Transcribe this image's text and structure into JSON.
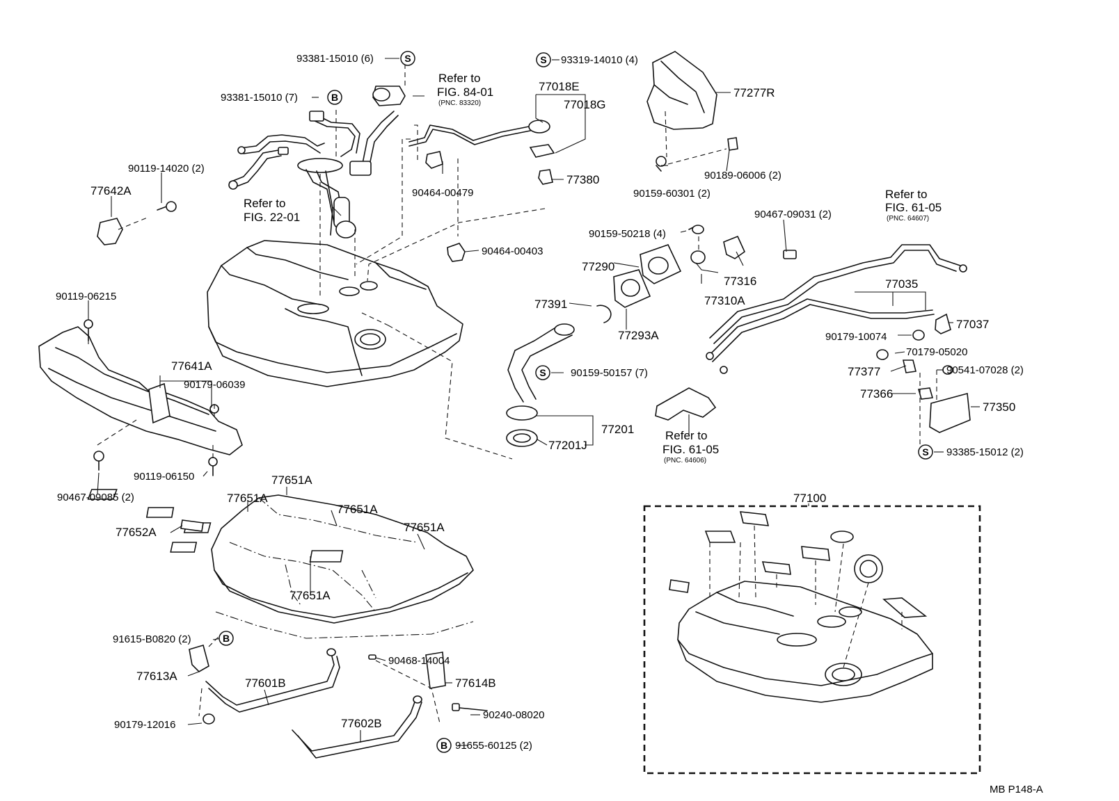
{
  "labels": {
    "p93381_15010_6": "93381-15010 (6)",
    "p93381_15010_7": "93381-15010 (7)",
    "refer_to_a": "Refer to",
    "fig_84_01": "FIG. 84-01",
    "pnc_83320": "(PNC. 83320)",
    "p93319_14010_4": "93319-14010 (4)",
    "p77018E": "77018E",
    "p77018G": "77018G",
    "p77277R": "77277R",
    "p90119_14020_2": "90119-14020 (2)",
    "p77642A": "77642A",
    "refer_to_b": "Refer to",
    "fig_22_01": "FIG. 22-01",
    "p90464_00479": "90464-00479",
    "p77380": "77380",
    "p90159_60301_2": "90159-60301 (2)",
    "p90189_06006_2": "90189-06006 (2)",
    "refer_to_c": "Refer to",
    "fig_61_05_a": "FIG. 61-05",
    "pnc_64607": "(PNC. 64607)",
    "p90467_09031_2": "90467-09031 (2)",
    "p90159_50218_4": "90159-50218 (4)",
    "p90464_00403": "90464-00403",
    "p77290": "77290",
    "p77316": "77316",
    "p77310A": "77310A",
    "p77035": "77035",
    "p77391": "77391",
    "p77293A": "77293A",
    "p77037": "77037",
    "p90119_06215": "90119-06215",
    "p90179_10074": "90179-10074",
    "p70179_05020": "70179-05020",
    "p77641A": "77641A",
    "p90179_06039": "90179-06039",
    "p90159_50157_7": "90159-50157 (7)",
    "p77377": "77377",
    "p90541_07028_2": "90541-07028 (2)",
    "p77366": "77366",
    "p77350": "77350",
    "p77201": "77201",
    "p77201J": "77201J",
    "refer_to_d": "Refer to",
    "fig_61_05_b": "FIG. 61-05",
    "pnc_64606": "(PNC. 64606)",
    "p93385_15012_2": "93385-15012 (2)",
    "p90119_06150": "90119-06150",
    "p90467_09085_2": "90467-09085 (2)",
    "p77651A_1": "77651A",
    "p77651A_2": "77651A",
    "p77651A_3": "77651A",
    "p77651A_4": "77651A",
    "p77651A_5": "77651A",
    "p77652A": "77652A",
    "p77100": "77100",
    "p91615_B0820_2": "91615-B0820 (2)",
    "p90468_14004": "90468-14004",
    "p77613A": "77613A",
    "p77601B": "77601B",
    "p77614B": "77614B",
    "p90240_08020": "90240-08020",
    "p90179_12016": "90179-12016",
    "p77602B": "77602B",
    "p91655_60125_2": "91655-60125 (2)",
    "footer_code": "MB  P148-A"
  },
  "symbols": {
    "s": "S",
    "b": "B"
  }
}
